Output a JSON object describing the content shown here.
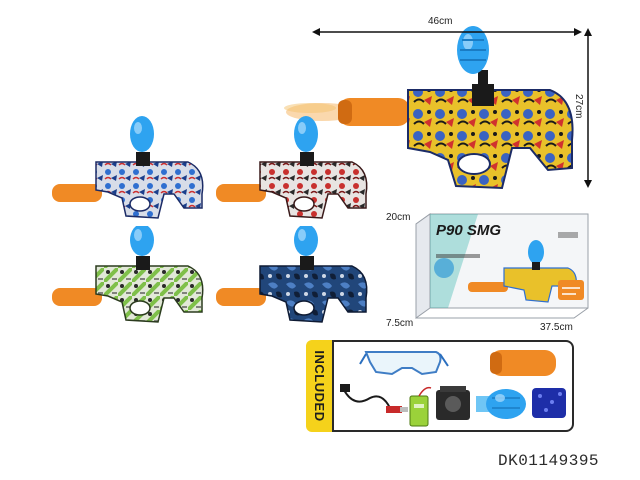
{
  "dimensions": {
    "length": "46cm",
    "height": "27cm"
  },
  "box": {
    "brand": "P90 SMG",
    "height": "20cm",
    "depth": "7.5cm",
    "width": "37.5cm"
  },
  "included": {
    "label": "INCLUDED",
    "items": [
      "safety-goggles",
      "orange-muzzle",
      "usb-charging-cable",
      "battery-pack",
      "gel-ball-hopper-adapter",
      "grenade-hopper",
      "gel-ball-pack"
    ]
  },
  "sku": "DK01149395",
  "variants": [
    {
      "name": "blue-graffiti",
      "primary": "#2f6fd0",
      "secondary": "#d8dde8"
    },
    {
      "name": "red-graffiti",
      "primary": "#c8302e",
      "secondary": "#e8e4e2"
    },
    {
      "name": "green-graffiti",
      "primary": "#7fc04a",
      "secondary": "#e2e8d8"
    },
    {
      "name": "navy-camo",
      "primary": "#21467a",
      "secondary": "#4d7fc4"
    },
    {
      "name": "yellow-graffiti",
      "primary": "#e9c12a",
      "secondary": "#3a63c2"
    }
  ],
  "colors": {
    "muzzle": "#f08a25",
    "hopper": "#2ea3f0",
    "included_tab": "#f5d21b"
  }
}
